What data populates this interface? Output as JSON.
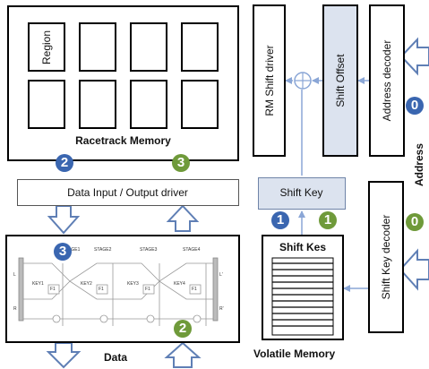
{
  "racetrack": {
    "title": "Racetrack Memory",
    "region_label": "Region"
  },
  "io_driver": {
    "label": "Data Input / Output driver"
  },
  "rm_shift_driver": {
    "label": "RM Shift driver"
  },
  "shift_offset": {
    "label": "Shift Offset"
  },
  "address_decoder": {
    "label": "Address decoder"
  },
  "address": {
    "label": "Address"
  },
  "shift_key": {
    "label": "Shift Key"
  },
  "shift_key_decoder": {
    "label": "Shift Key decoder"
  },
  "shift_kes": {
    "label": "Shift Kes"
  },
  "volatile_memory": {
    "label": "Volatile Memory"
  },
  "data": {
    "label": "Data"
  },
  "stages": {
    "stage_labels": [
      "STAGE1",
      "STAGE2",
      "STAGE3",
      "STAGE4"
    ],
    "key_labels": [
      "KEY1",
      "KEY2",
      "KEY3",
      "KEY4"
    ],
    "f_label": "F1",
    "left_l": "L",
    "left_r": "R",
    "right_l": "L'",
    "right_r": "R'"
  },
  "badges": {
    "rt_left": "2",
    "rt_right": "3",
    "stage_left": "3",
    "stage_right": "2",
    "shift_key_blue": "1",
    "shift_key_green": "1",
    "address_decoder": "0",
    "shift_key_decoder": "0"
  },
  "colors": {
    "blue_badge": "#3a66b0",
    "green_badge": "#6f9a3a",
    "light_fill": "#dce3ef"
  }
}
